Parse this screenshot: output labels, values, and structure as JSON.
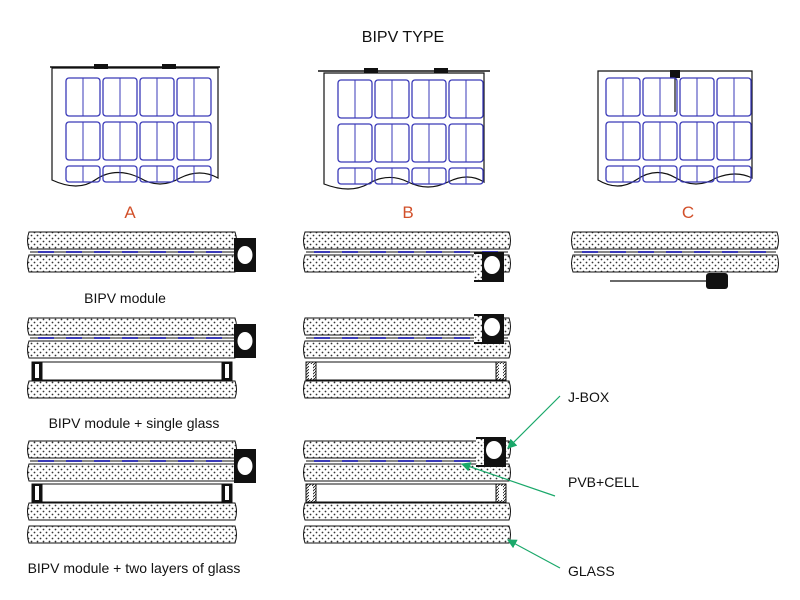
{
  "title": "BIPV TYPE",
  "variants": [
    {
      "letter": "A"
    },
    {
      "letter": "B"
    },
    {
      "letter": "C"
    }
  ],
  "captions": [
    "BIPV module",
    "BIPV module + single glass",
    "BIPV module + two layers of glass"
  ],
  "annotations": {
    "jbox": "J-BOX",
    "pvb_cell": "PVB+CELL",
    "glass": "GLASS"
  },
  "colors": {
    "line": "#111111",
    "cell": "#3a3ab8",
    "variant_letter": "#d2502a",
    "arrow": "#1aa86a",
    "glass_fill": "#ffffff"
  }
}
